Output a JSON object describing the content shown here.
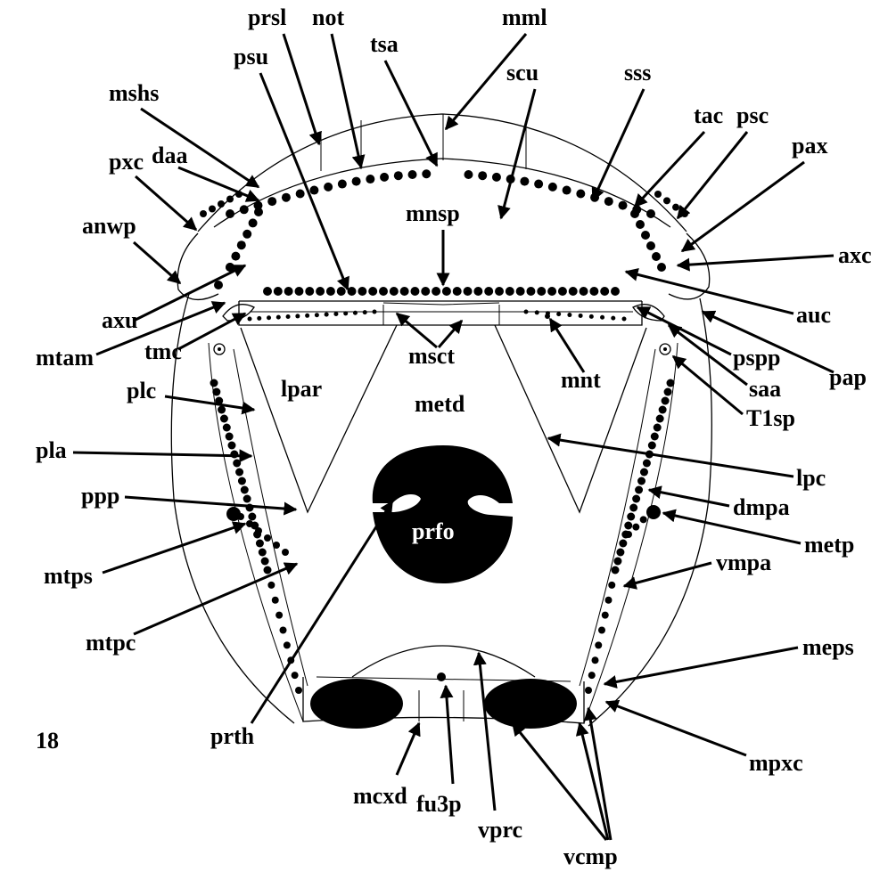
{
  "figure_number": "18",
  "labels": {
    "prsl": "prsl",
    "not": "not",
    "mml": "mml",
    "tsa": "tsa",
    "psu": "psu",
    "scu": "scu",
    "sss": "sss",
    "mshs": "mshs",
    "tac": "tac",
    "psc": "psc",
    "pax": "pax",
    "pxc": "pxc",
    "daa": "daa",
    "mnsp": "mnsp",
    "anwp": "anwp",
    "axc": "axc",
    "auc": "auc",
    "axu": "axu",
    "tmc": "tmc",
    "mtam": "mtam",
    "msct": "msct",
    "mnt": "mnt",
    "pspp": "pspp",
    "pap": "pap",
    "saa": "saa",
    "plc": "plc",
    "lpar": "lpar",
    "metd": "metd",
    "T1sp": "T1sp",
    "pla": "pla",
    "lpc": "lpc",
    "ppp": "ppp",
    "prfo": "prfo",
    "dmpa": "dmpa",
    "mtps": "mtps",
    "metp": "metp",
    "vmpa": "vmpa",
    "mtpc": "mtpc",
    "meps": "meps",
    "prth": "prth",
    "mpxc": "mpxc",
    "mcxd": "mcxd",
    "fu3p": "fu3p",
    "vprc": "vprc",
    "vcmp": "vcmp"
  }
}
